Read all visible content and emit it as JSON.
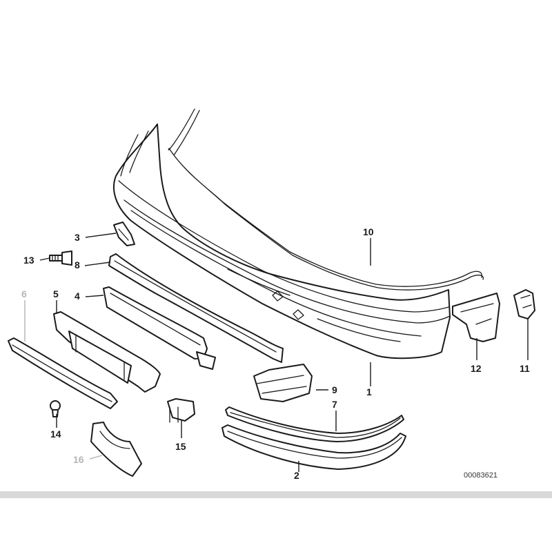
{
  "diagram_id": "00083621",
  "callouts": {
    "c1": "1",
    "c2": "2",
    "c3": "3",
    "c4": "4",
    "c5": "5",
    "c6": "6",
    "c7": "7",
    "c8": "8",
    "c9": "9",
    "c10": "10",
    "c11": "11",
    "c12": "12",
    "c13": "13",
    "c14": "14",
    "c15": "15",
    "c16": "16"
  },
  "colors": {
    "line": "#1a1a1a",
    "dimmed_callout": "#b5b5b5",
    "bottom_band": "#d9d9d9"
  }
}
